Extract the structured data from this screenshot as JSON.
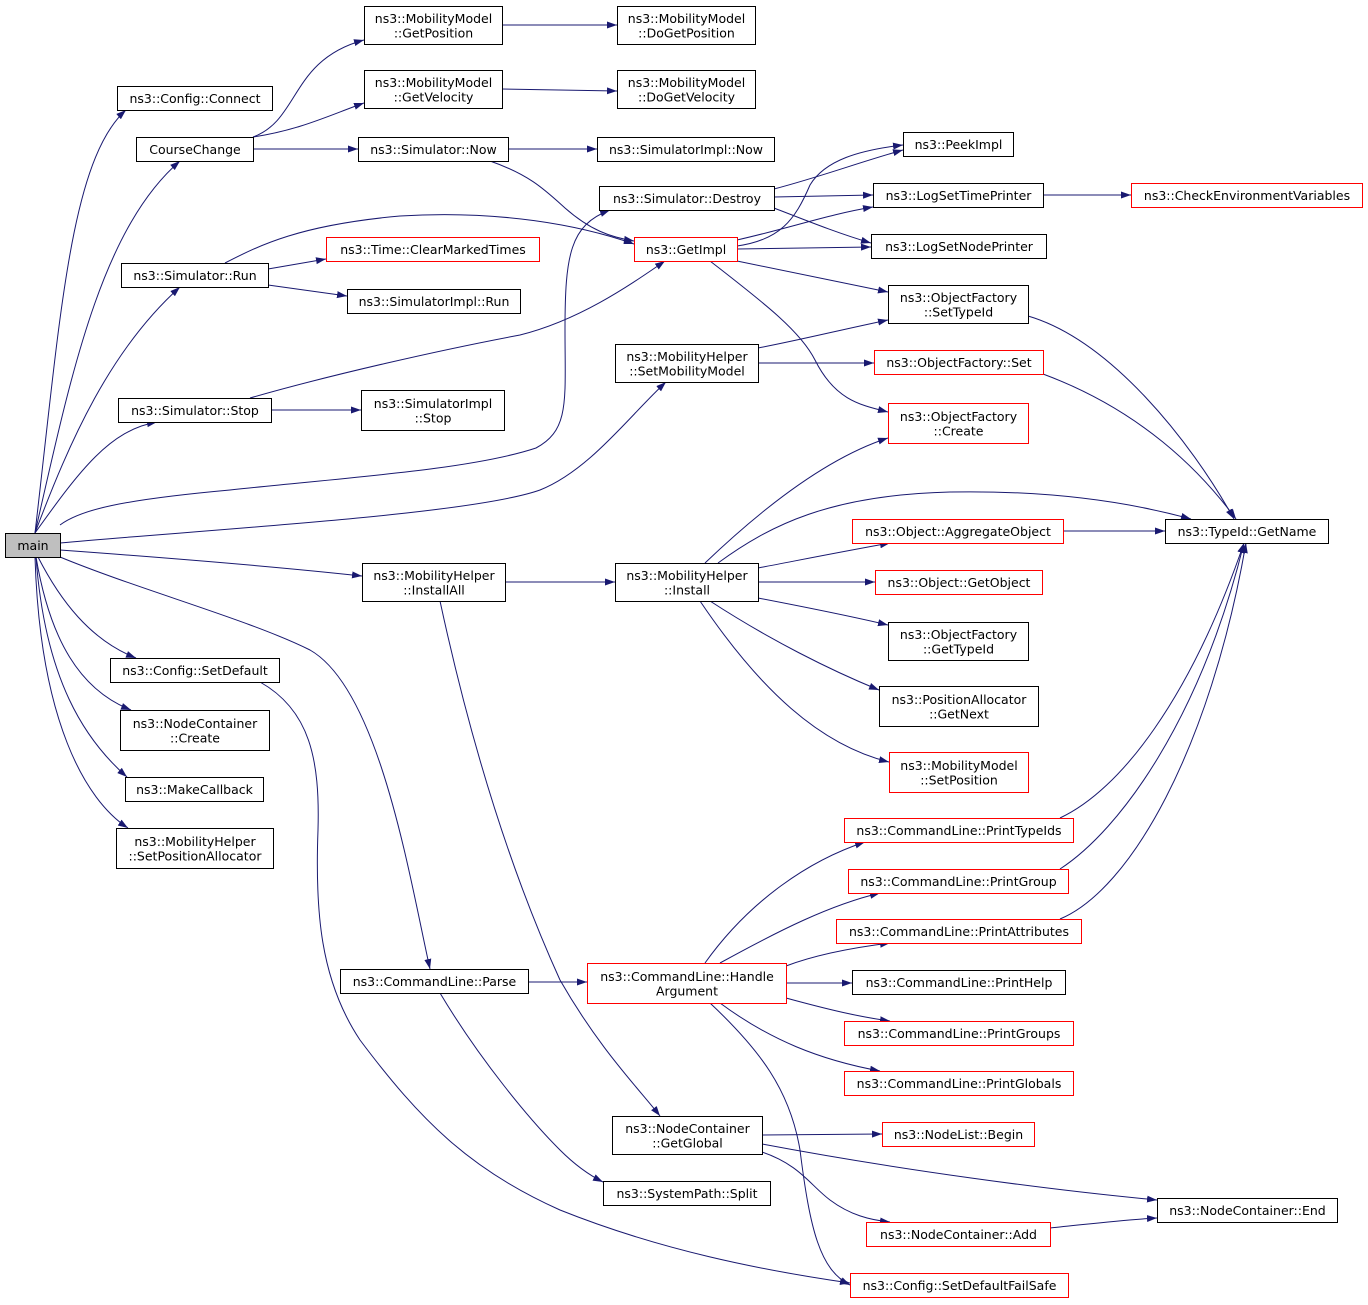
{
  "colors": {
    "edge": "#191970",
    "box_border_black": "#000000",
    "box_border_red": "#ff0000",
    "root_fill": "#bfbfbf",
    "node_fill": "#ffffff"
  },
  "nodes": [
    {
      "id": "main",
      "lines": [
        "main"
      ],
      "border": "black",
      "root": true
    },
    {
      "id": "config-connect",
      "lines": [
        "ns3::Config::Connect"
      ],
      "border": "black"
    },
    {
      "id": "course-change",
      "lines": [
        "CourseChange"
      ],
      "border": "black"
    },
    {
      "id": "mobilitymodel-getposition",
      "lines": [
        "ns3::MobilityModel",
        "::GetPosition"
      ],
      "border": "black"
    },
    {
      "id": "mobilitymodel-dogetposition",
      "lines": [
        "ns3::MobilityModel",
        "::DoGetPosition"
      ],
      "border": "black"
    },
    {
      "id": "mobilitymodel-getvelocity",
      "lines": [
        "ns3::MobilityModel",
        "::GetVelocity"
      ],
      "border": "black"
    },
    {
      "id": "mobilitymodel-dogetvelocity",
      "lines": [
        "ns3::MobilityModel",
        "::DoGetVelocity"
      ],
      "border": "black"
    },
    {
      "id": "simulator-now",
      "lines": [
        "ns3::Simulator::Now"
      ],
      "border": "black"
    },
    {
      "id": "simulatorimpl-now",
      "lines": [
        "ns3::SimulatorImpl::Now"
      ],
      "border": "black"
    },
    {
      "id": "peekimpl",
      "lines": [
        "ns3::PeekImpl"
      ],
      "border": "black"
    },
    {
      "id": "simulator-destroy",
      "lines": [
        "ns3::Simulator::Destroy"
      ],
      "border": "black"
    },
    {
      "id": "logsettimeprinter",
      "lines": [
        "ns3::LogSetTimePrinter"
      ],
      "border": "black"
    },
    {
      "id": "checkenvironmentvariables",
      "lines": [
        "ns3::CheckEnvironmentVariables"
      ],
      "border": "red"
    },
    {
      "id": "getimpl",
      "lines": [
        "ns3::GetImpl"
      ],
      "border": "red"
    },
    {
      "id": "logsetnodeprinter",
      "lines": [
        "ns3::LogSetNodePrinter"
      ],
      "border": "black"
    },
    {
      "id": "simulator-run",
      "lines": [
        "ns3::Simulator::Run"
      ],
      "border": "black"
    },
    {
      "id": "time-clearmarkedtimes",
      "lines": [
        "ns3::Time::ClearMarkedTimes"
      ],
      "border": "red"
    },
    {
      "id": "simulatorimpl-run",
      "lines": [
        "ns3::SimulatorImpl::Run"
      ],
      "border": "black"
    },
    {
      "id": "objectfactory-settypeid",
      "lines": [
        "ns3::ObjectFactory",
        "::SetTypeId"
      ],
      "border": "black"
    },
    {
      "id": "mobilityhelper-setmobilitymodel",
      "lines": [
        "ns3::MobilityHelper",
        "::SetMobilityModel"
      ],
      "border": "black"
    },
    {
      "id": "objectfactory-set",
      "lines": [
        "ns3::ObjectFactory::Set"
      ],
      "border": "red"
    },
    {
      "id": "simulator-stop",
      "lines": [
        "ns3::Simulator::Stop"
      ],
      "border": "black"
    },
    {
      "id": "simulatorimpl-stop",
      "lines": [
        "ns3::SimulatorImpl",
        "::Stop"
      ],
      "border": "black"
    },
    {
      "id": "objectfactory-create",
      "lines": [
        "ns3::ObjectFactory",
        "::Create"
      ],
      "border": "red"
    },
    {
      "id": "object-aggregateobject",
      "lines": [
        "ns3::Object::AggregateObject"
      ],
      "border": "red"
    },
    {
      "id": "typeid-getname",
      "lines": [
        "ns3::TypeId::GetName"
      ],
      "border": "black"
    },
    {
      "id": "mobilityhelper-installall",
      "lines": [
        "ns3::MobilityHelper",
        "::InstallAll"
      ],
      "border": "black"
    },
    {
      "id": "mobilityhelper-install",
      "lines": [
        "ns3::MobilityHelper",
        "::Install"
      ],
      "border": "black"
    },
    {
      "id": "object-getobject",
      "lines": [
        "ns3::Object::GetObject"
      ],
      "border": "red"
    },
    {
      "id": "objectfactory-gettypeid",
      "lines": [
        "ns3::ObjectFactory",
        "::GetTypeId"
      ],
      "border": "black"
    },
    {
      "id": "config-setdefault",
      "lines": [
        "ns3::Config::SetDefault"
      ],
      "border": "black"
    },
    {
      "id": "positionallocator-getnext",
      "lines": [
        "ns3::PositionAllocator",
        "::GetNext"
      ],
      "border": "black"
    },
    {
      "id": "nodecontainer-create",
      "lines": [
        "ns3::NodeContainer",
        "::Create"
      ],
      "border": "black"
    },
    {
      "id": "mobilitymodel-setposition",
      "lines": [
        "ns3::MobilityModel",
        "::SetPosition"
      ],
      "border": "red"
    },
    {
      "id": "makecallback",
      "lines": [
        "ns3::MakeCallback"
      ],
      "border": "black"
    },
    {
      "id": "commandline-printtypeids",
      "lines": [
        "ns3::CommandLine::PrintTypeIds"
      ],
      "border": "red"
    },
    {
      "id": "mobilityhelper-setpositionallocator",
      "lines": [
        "ns3::MobilityHelper",
        "::SetPositionAllocator"
      ],
      "border": "black"
    },
    {
      "id": "commandline-printgroup",
      "lines": [
        "ns3::CommandLine::PrintGroup"
      ],
      "border": "red"
    },
    {
      "id": "commandline-printattributes",
      "lines": [
        "ns3::CommandLine::PrintAttributes"
      ],
      "border": "red"
    },
    {
      "id": "commandline-parse",
      "lines": [
        "ns3::CommandLine::Parse"
      ],
      "border": "black"
    },
    {
      "id": "commandline-handleargument",
      "lines": [
        "ns3::CommandLine::Handle",
        "Argument"
      ],
      "border": "red"
    },
    {
      "id": "commandline-printhelp",
      "lines": [
        "ns3::CommandLine::PrintHelp"
      ],
      "border": "black"
    },
    {
      "id": "commandline-printgroups",
      "lines": [
        "ns3::CommandLine::PrintGroups"
      ],
      "border": "red"
    },
    {
      "id": "commandline-printglobals",
      "lines": [
        "ns3::CommandLine::PrintGlobals"
      ],
      "border": "red"
    },
    {
      "id": "nodecontainer-getglobal",
      "lines": [
        "ns3::NodeContainer",
        "::GetGlobal"
      ],
      "border": "black"
    },
    {
      "id": "nodelist-begin",
      "lines": [
        "ns3::NodeList::Begin"
      ],
      "border": "red"
    },
    {
      "id": "systempath-split",
      "lines": [
        "ns3::SystemPath::Split"
      ],
      "border": "black"
    },
    {
      "id": "nodecontainer-end",
      "lines": [
        "ns3::NodeContainer::End"
      ],
      "border": "black"
    },
    {
      "id": "nodecontainer-add",
      "lines": [
        "ns3::NodeContainer::Add"
      ],
      "border": "red"
    },
    {
      "id": "config-setdefaultfailsafe",
      "lines": [
        "ns3::Config::SetDefaultFailSafe"
      ],
      "border": "red"
    }
  ],
  "edges": [
    [
      "main",
      "config-connect"
    ],
    [
      "main",
      "course-change"
    ],
    [
      "main",
      "simulator-run"
    ],
    [
      "main",
      "simulator-stop"
    ],
    [
      "main",
      "simulator-destroy"
    ],
    [
      "main",
      "mobilityhelper-setmobilitymodel"
    ],
    [
      "main",
      "mobilityhelper-installall"
    ],
    [
      "main",
      "config-setdefault"
    ],
    [
      "main",
      "nodecontainer-create"
    ],
    [
      "main",
      "makecallback"
    ],
    [
      "main",
      "mobilityhelper-setpositionallocator"
    ],
    [
      "main",
      "commandline-parse"
    ],
    [
      "course-change",
      "mobilitymodel-getposition"
    ],
    [
      "course-change",
      "mobilitymodel-getvelocity"
    ],
    [
      "course-change",
      "simulator-now"
    ],
    [
      "mobilitymodel-getposition",
      "mobilitymodel-dogetposition"
    ],
    [
      "mobilitymodel-getvelocity",
      "mobilitymodel-dogetvelocity"
    ],
    [
      "simulator-now",
      "simulatorimpl-now"
    ],
    [
      "simulator-now",
      "getimpl"
    ],
    [
      "simulator-destroy",
      "peekimpl"
    ],
    [
      "simulator-destroy",
      "logsettimeprinter"
    ],
    [
      "simulator-destroy",
      "logsetnodeprinter"
    ],
    [
      "logsettimeprinter",
      "checkenvironmentvariables"
    ],
    [
      "getimpl",
      "peekimpl"
    ],
    [
      "getimpl",
      "logsettimeprinter"
    ],
    [
      "getimpl",
      "logsetnodeprinter"
    ],
    [
      "getimpl",
      "objectfactory-settypeid"
    ],
    [
      "getimpl",
      "objectfactory-create"
    ],
    [
      "simulator-run",
      "getimpl"
    ],
    [
      "simulator-run",
      "time-clearmarkedtimes"
    ],
    [
      "simulator-run",
      "simulatorimpl-run"
    ],
    [
      "simulator-stop",
      "getimpl"
    ],
    [
      "simulator-stop",
      "simulatorimpl-stop"
    ],
    [
      "mobilityhelper-setmobilitymodel",
      "objectfactory-settypeid"
    ],
    [
      "mobilityhelper-setmobilitymodel",
      "objectfactory-set"
    ],
    [
      "objectfactory-settypeid",
      "typeid-getname"
    ],
    [
      "objectfactory-set",
      "typeid-getname"
    ],
    [
      "mobilityhelper-installall",
      "mobilityhelper-install"
    ],
    [
      "mobilityhelper-installall",
      "nodecontainer-getglobal"
    ],
    [
      "mobilityhelper-install",
      "objectfactory-create"
    ],
    [
      "mobilityhelper-install",
      "typeid-getname"
    ],
    [
      "mobilityhelper-install",
      "object-aggregateobject"
    ],
    [
      "mobilityhelper-install",
      "object-getobject"
    ],
    [
      "mobilityhelper-install",
      "objectfactory-gettypeid"
    ],
    [
      "mobilityhelper-install",
      "positionallocator-getnext"
    ],
    [
      "mobilityhelper-install",
      "mobilitymodel-setposition"
    ],
    [
      "object-aggregateobject",
      "typeid-getname"
    ],
    [
      "config-setdefault",
      "config-setdefaultfailsafe"
    ],
    [
      "commandline-parse",
      "commandline-handleargument"
    ],
    [
      "commandline-parse",
      "systempath-split"
    ],
    [
      "commandline-handleargument",
      "commandline-printtypeids"
    ],
    [
      "commandline-handleargument",
      "commandline-printgroup"
    ],
    [
      "commandline-handleargument",
      "commandline-printattributes"
    ],
    [
      "commandline-handleargument",
      "commandline-printhelp"
    ],
    [
      "commandline-handleargument",
      "commandline-printgroups"
    ],
    [
      "commandline-handleargument",
      "commandline-printglobals"
    ],
    [
      "commandline-handleargument",
      "config-setdefaultfailsafe"
    ],
    [
      "commandline-printtypeids",
      "typeid-getname"
    ],
    [
      "commandline-printgroup",
      "typeid-getname"
    ],
    [
      "commandline-printattributes",
      "typeid-getname"
    ],
    [
      "nodecontainer-getglobal",
      "nodelist-begin"
    ],
    [
      "nodecontainer-getglobal",
      "nodecontainer-end"
    ],
    [
      "nodecontainer-getglobal",
      "nodecontainer-add"
    ],
    [
      "nodecontainer-add",
      "nodecontainer-end"
    ]
  ]
}
